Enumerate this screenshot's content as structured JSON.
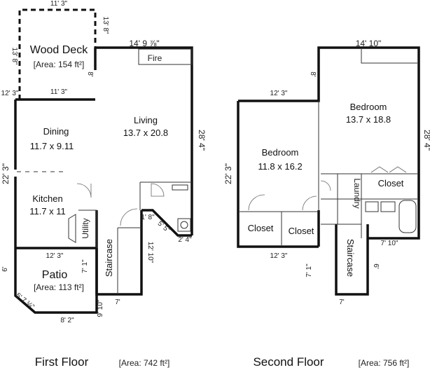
{
  "first_floor": {
    "caption": "First Floor",
    "area_caption": "[Area: 742 ft²]",
    "wood_deck": {
      "name": "Wood Deck",
      "area": "[Area: 154 ft²]",
      "dim_top": "11' 3\"",
      "dim_right": "13' 8\"",
      "dim_left": "13' 8\"",
      "dim_inner": "8'"
    },
    "living": {
      "name": "Living",
      "size": "13.7 x 20.8",
      "dim_top": "14' 9 ⅞\"",
      "dim_right": "28' 4\""
    },
    "fire": "Fire",
    "dining": {
      "name": "Dining",
      "size": "11.7 x 9.11",
      "dim_top": "11' 3\"",
      "dim_left_top": "12' 3\""
    },
    "kitchen": {
      "name": "Kitchen",
      "size": "11.7 x 11"
    },
    "utility": "Utility",
    "left_dim": "22' 3\"",
    "staircase": "Staircase",
    "patio": {
      "name": "Patio",
      "area": "[Area: 113 ft²]",
      "dim_top": "12' 3\"",
      "dim_right": "7' 1\"",
      "dim_left": "6'",
      "dim_diag": "5' 7 ⅛\"",
      "dim_bottom": "8' 2\""
    },
    "bath_dims": {
      "a": "1' 8\"",
      "b": "5' 5\"",
      "c": "2' 4\"",
      "d": "12' 10\""
    },
    "stair_dims": {
      "bottom": "7'",
      "left": "9' 10\""
    }
  },
  "second_floor": {
    "caption": "Second Floor",
    "area_caption": "[Area: 756 ft²]",
    "bedroom_left": {
      "name": "Bedroom",
      "size": "11.8 x 16.2",
      "dim_top": "12' 3\""
    },
    "bedroom_right": {
      "name": "Bedroom",
      "size": "13.7 x 18.8",
      "dim_top": "14' 10\"",
      "dim_right": "28' 4\""
    },
    "left_dim": "22' 3\"",
    "step_dim": "8'",
    "closets": [
      "Closet",
      "Closet",
      "Closet"
    ],
    "laundry": "Laundry",
    "staircase": "Staircase",
    "dims": {
      "bottom_left": "12' 3\"",
      "bath": "7' 10\"",
      "stair_left": "7' 1\"",
      "stair_right": "6'",
      "stair_bottom": "7'"
    }
  }
}
